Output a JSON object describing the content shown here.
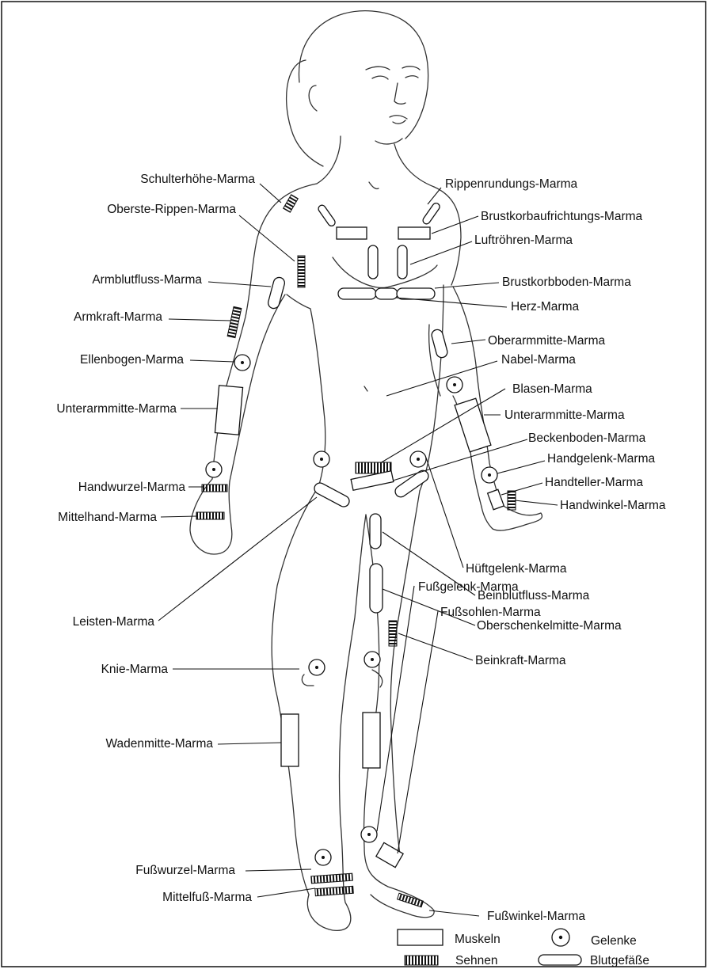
{
  "labels_left": [
    "Schulterhöhe-Marma",
    "Oberste-Rippen-Marma",
    "Armblutfluss-Marma",
    "Armkraft-Marma",
    "Ellenbogen-Marma",
    "Unterarmmitte-Marma",
    "Handwurzel-Marma",
    "Mittelhand-Marma",
    "Leisten-Marma",
    "Knie-Marma",
    "Wadenmitte-Marma",
    "Fußwurzel-Marma",
    "Mittelfuß-Marma"
  ],
  "labels_right": [
    "Rippenrundungs-Marma",
    "Brustkorbaufrichtungs-Marma",
    "Luftröhren-Marma",
    "Brustkorbboden-Marma",
    "Herz-Marma",
    "Oberarmmitte-Marma",
    "Nabel-Marma",
    "Blasen-Marma",
    "Unterarmmitte-Marma",
    "Beckenboden-Marma",
    "Handgelenk-Marma",
    "Handteller-Marma",
    "Handwinkel-Marma",
    "Hüftgelenk-Marma",
    "Beinblutfluss-Marma",
    "Oberschenkelmitte-Marma",
    "Beinkraft-Marma",
    "Fußgelenk-Marma",
    "Fußsohlen-Marma",
    "Fußwinkel-Marma"
  ],
  "legend": {
    "muscles": "Muskeln",
    "joints": "Gelenke",
    "tendons": "Sehnen",
    "vessels": "Blutgefäße"
  }
}
